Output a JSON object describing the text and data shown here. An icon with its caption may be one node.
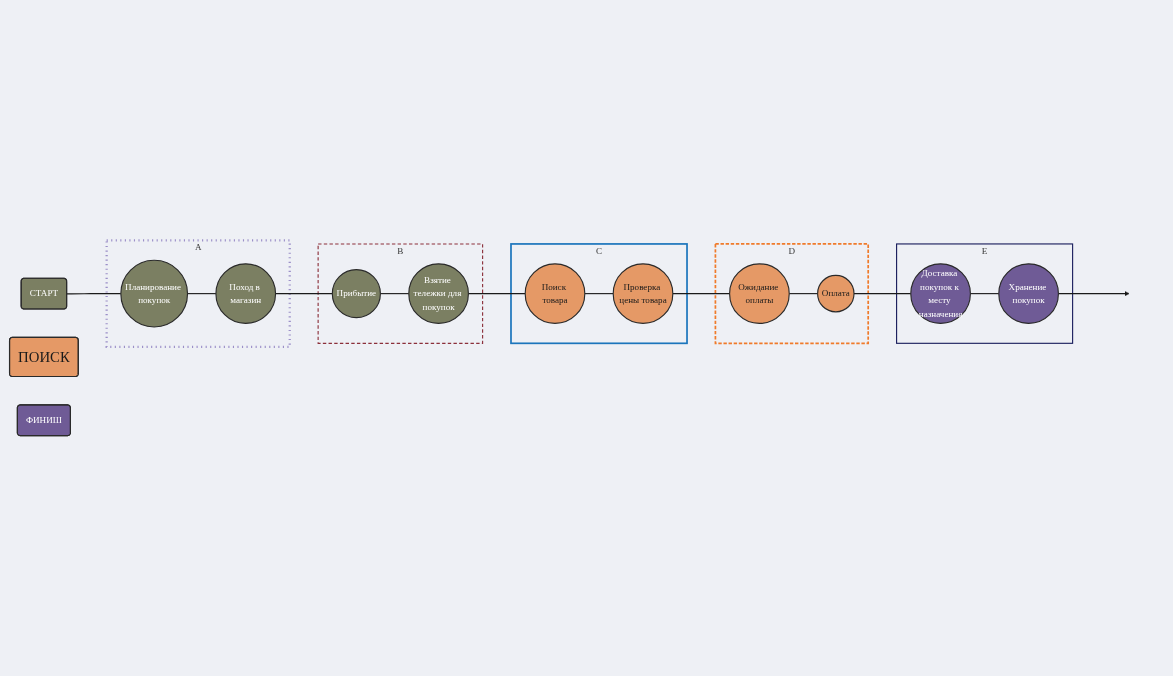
{
  "diagram": {
    "nodes": [
      {
        "text": [
          "СТАРТ"
        ]
      },
      {
        "text": [
          "A"
        ]
      },
      {
        "text": [
          "Планирование покупок"
        ],
        "in": 1
      },
      {
        "text": [
          "Поход в магазин"
        ],
        "in": 1
      },
      {
        "text": [
          "B"
        ]
      },
      {
        "text": [
          "Прибытие"
        ],
        "in": 4
      },
      {
        "text": [
          "Взятие тележки для покупок"
        ],
        "in": 4
      },
      {
        "text": [
          "C"
        ]
      },
      {
        "text": [
          "Поиск товара"
        ],
        "in": 7
      },
      {
        "text": [
          "Проверка цены товара"
        ],
        "in": 7
      },
      {
        "text": [
          "D"
        ]
      },
      {
        "text": [
          "Ожидание оплаты"
        ],
        "in": 10
      },
      {
        "text": [
          "Оплата"
        ],
        "in": 10
      },
      {
        "text": [
          "E"
        ]
      },
      {
        "text": [
          "Доставка покупок к месту назначения"
        ],
        "in": 13
      },
      {
        "text": [
          "Хранение покупок"
        ],
        "in": 13
      },
      {
        "text": [
          "ПОИСК"
        ]
      },
      {
        "text": [
          "ФИНИШ"
        ]
      }
    ],
    "edges": [
      {
        "from": 0,
        "to": 2,
        "arrow": "none"
      },
      {
        "from": 2,
        "to": 3,
        "arrow": "none"
      },
      {
        "from": 3,
        "to": 5,
        "arrow": "none"
      },
      {
        "from": 5,
        "to": 6,
        "arrow": "none"
      },
      {
        "from": 6,
        "to": 8,
        "arrow": "none"
      },
      {
        "from": 8,
        "to": 9,
        "arrow": "none"
      },
      {
        "from": 9,
        "to": 11,
        "arrow": "none"
      },
      {
        "from": 11,
        "to": 12,
        "arrow": "none"
      },
      {
        "from": 12,
        "to": 14,
        "arrow": "none"
      },
      {
        "from": 14,
        "to": 15,
        "arrow": "none"
      },
      {
        "from": 15,
        "to": null,
        "arrow": "to"
      }
    ]
  }
}
